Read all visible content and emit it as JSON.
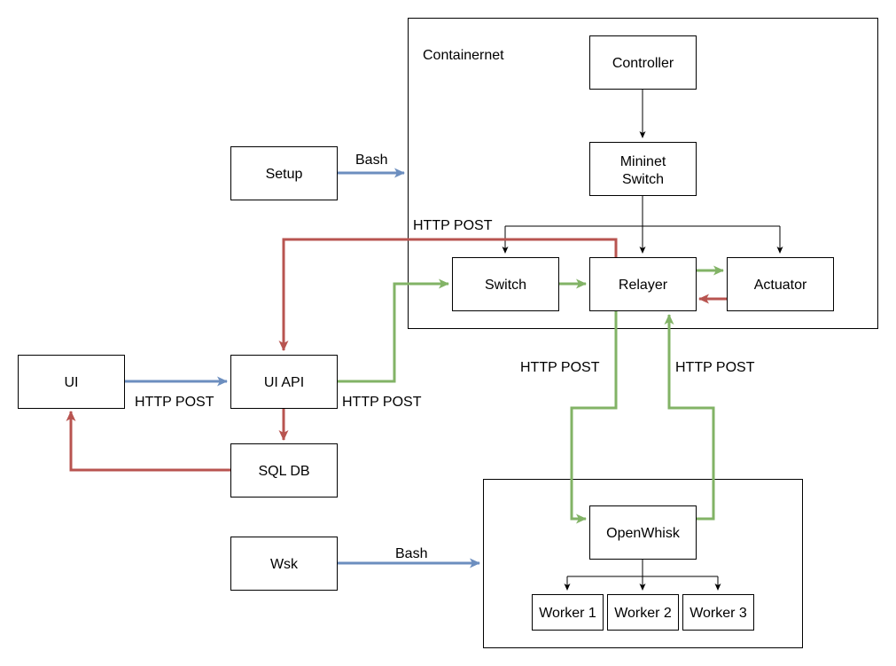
{
  "colors": {
    "blue": "#6c8ebf",
    "green": "#82b366",
    "red": "#b85450",
    "black": "#000000"
  },
  "containers": {
    "containernet": "Containernet"
  },
  "nodes": {
    "controller": "Controller",
    "mininet_switch_line1": "Mininet",
    "mininet_switch_line2": "Switch",
    "setup": "Setup",
    "switch": "Switch",
    "relayer": "Relayer",
    "actuator": "Actuator",
    "ui": "UI",
    "ui_api": "UI API",
    "sql_db": "SQL DB",
    "wsk": "Wsk",
    "openwhisk": "OpenWhisk",
    "worker1": "Worker 1",
    "worker2": "Worker 2",
    "worker3": "Worker 3"
  },
  "edge_labels": {
    "setup_bash": "Bash",
    "relayer_switch_actuator_post": "HTTP POST",
    "ui_to_api_post": "HTTP POST",
    "api_to_switch_post": "HTTP POST",
    "relayer_to_openwhisk_post": "HTTP POST",
    "openwhisk_to_relayer_post": "HTTP POST",
    "wsk_bash": "Bash"
  }
}
